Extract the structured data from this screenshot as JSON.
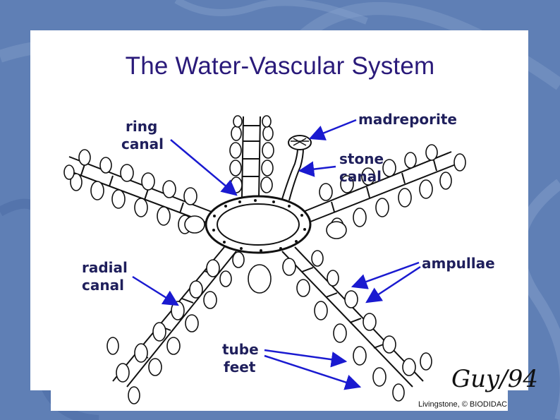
{
  "title": "The Water-Vascular System",
  "labels": {
    "ring_canal": [
      "ring",
      "canal"
    ],
    "madreporite": "madreporite",
    "stone_canal": [
      "stone",
      "canal"
    ],
    "radial_canal": [
      "radial",
      "canal"
    ],
    "ampullae": "ampullae",
    "tube_feet": [
      "tube",
      "feet"
    ]
  },
  "signature": "Guy/94",
  "credit": "Livingstone, © BIODIDAC",
  "colors": {
    "background": "#5f7fb5",
    "title": "#2a1a7a",
    "label": "#1f1f5c",
    "arrow": "#1a1ad0",
    "ink": "#111111"
  }
}
